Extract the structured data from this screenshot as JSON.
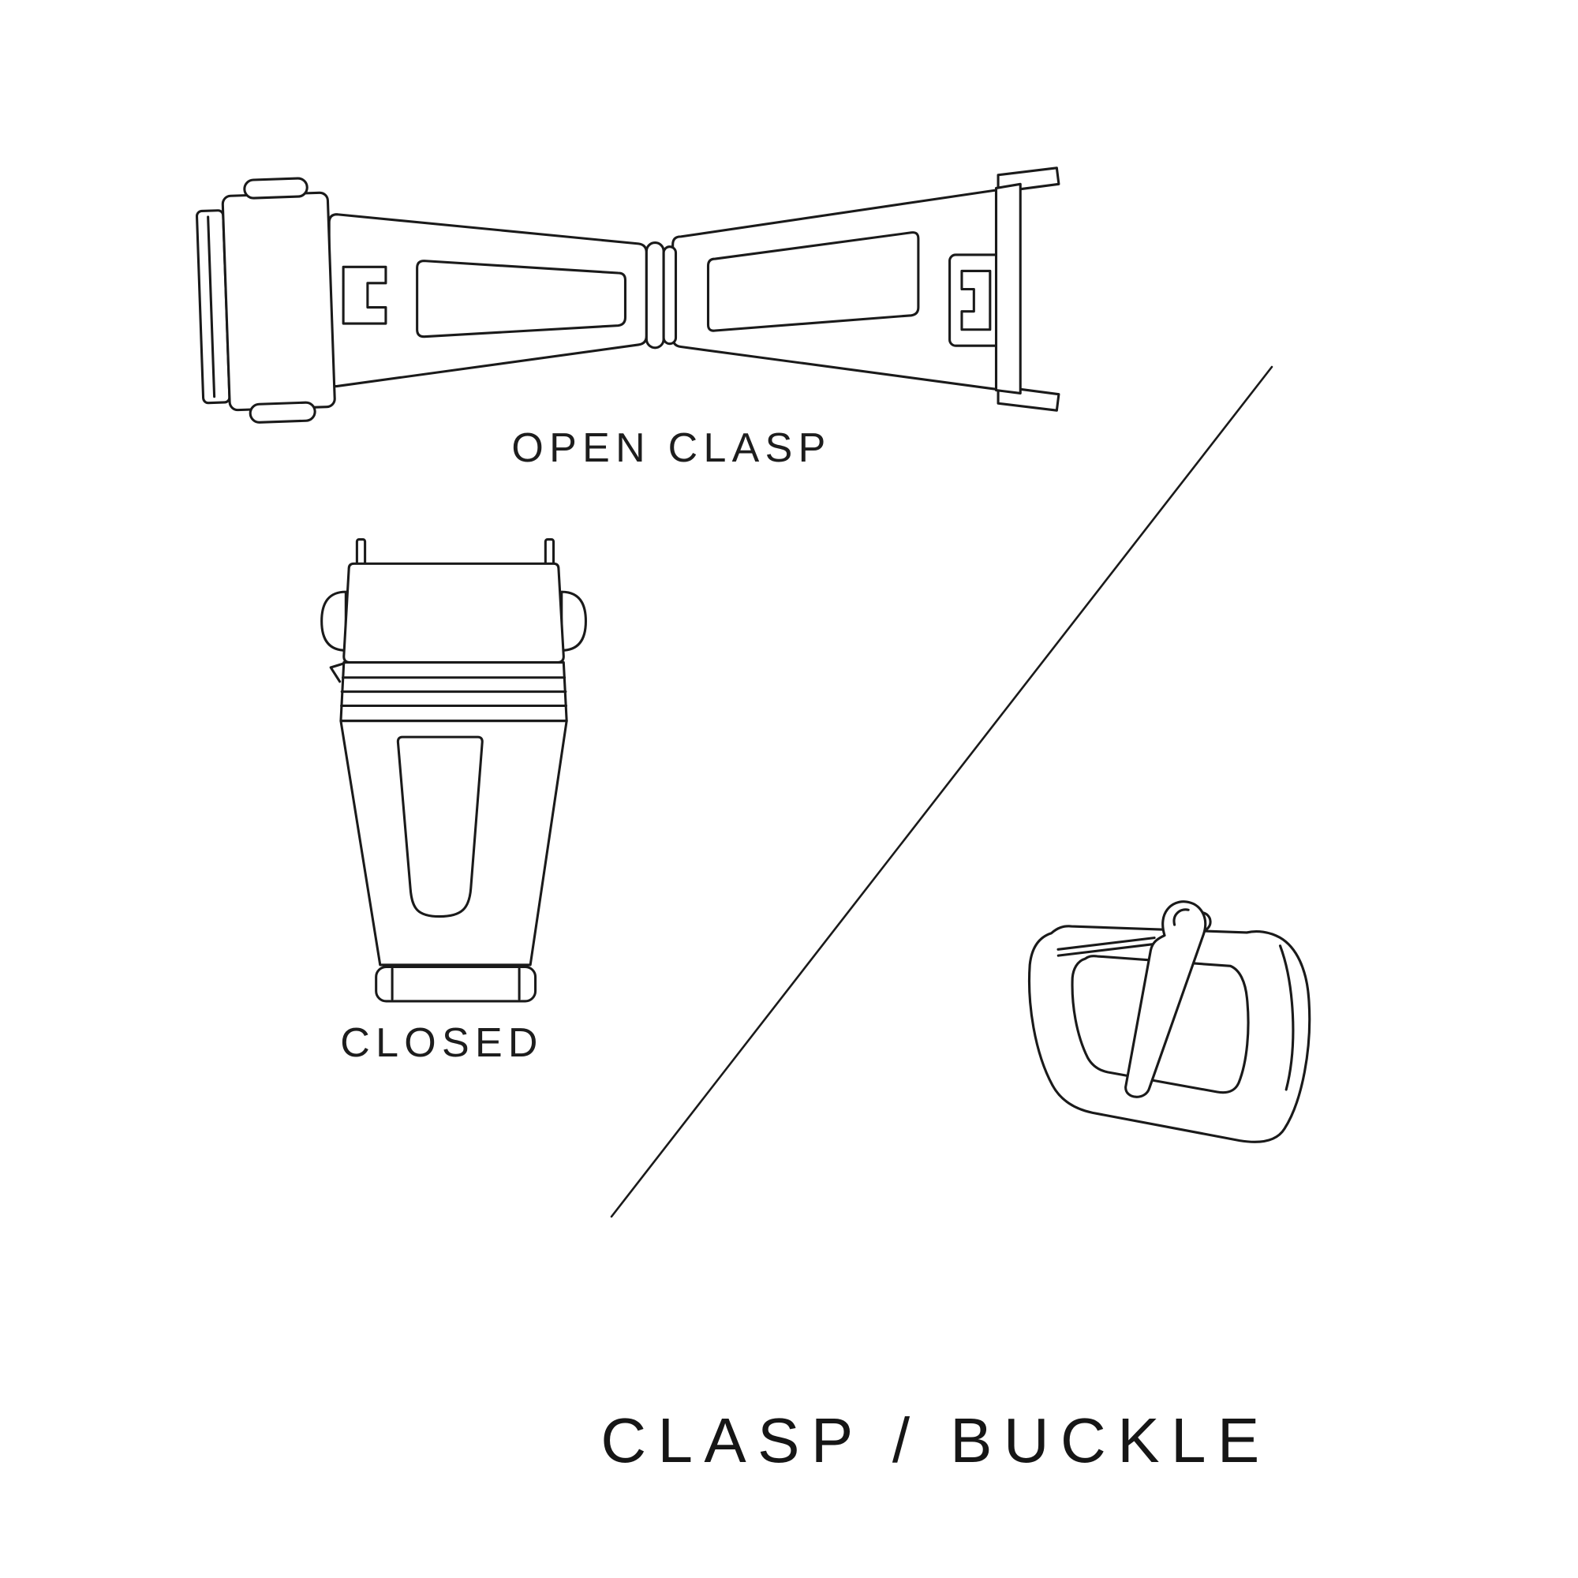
{
  "canvas": {
    "background": "#ffffff",
    "line_color": "#1a1a1a",
    "text_color": "#1d1d1d"
  },
  "figures": {
    "open_clasp": {
      "icon": "open-clasp-illustration",
      "label": "OPEN CLASP"
    },
    "closed_clasp": {
      "icon": "closed-clasp-illustration",
      "label": "CLOSED"
    },
    "buckle": {
      "icon": "tang-buckle-illustration"
    }
  },
  "divider": {
    "icon": "diagonal-divider-line"
  },
  "title": "CLASP / BUCKLE"
}
